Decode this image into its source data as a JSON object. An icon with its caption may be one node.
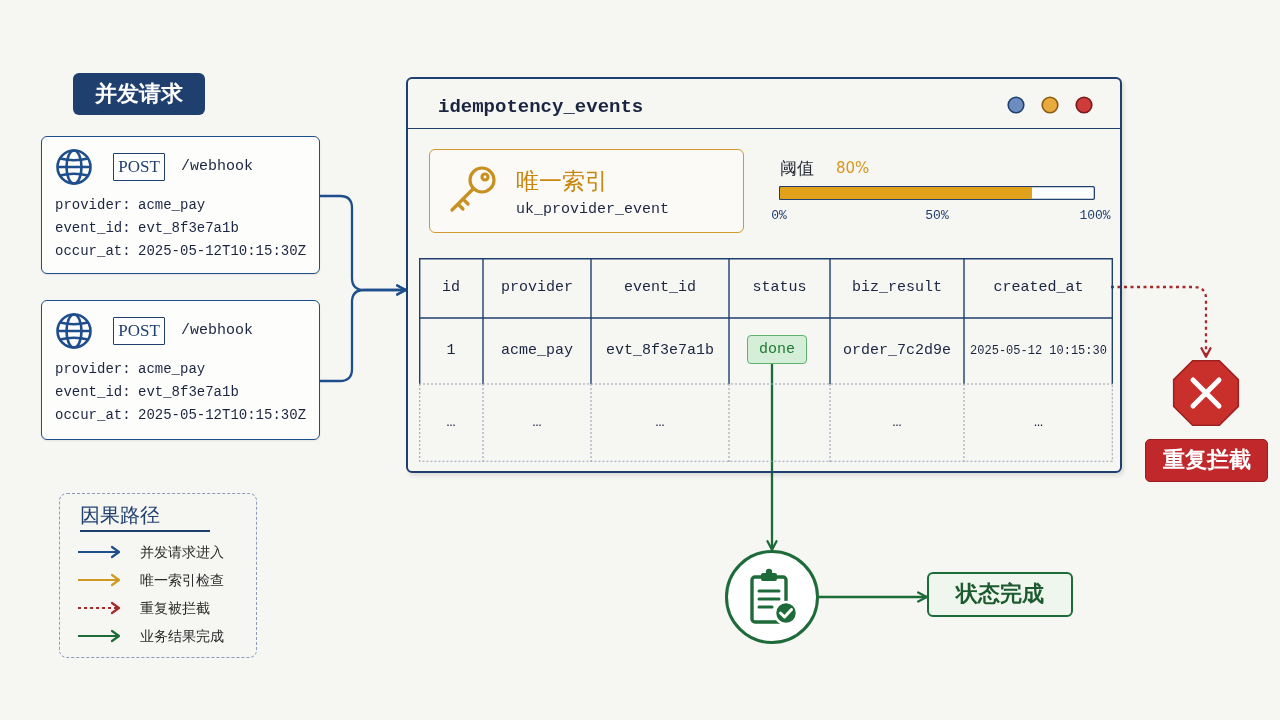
{
  "diagram": {
    "nodes": [
      {
        "text": [
          "并发请求"
        ]
      },
      {
        "text": [
          "/webhook",
          "provider:",
          "acme_pay",
          "event_id:",
          "evt_8f3e7a1b",
          "occur_at:",
          "2025-05-12T10:15:30Z"
        ]
      },
      {
        "text": [
          "POST"
        ],
        "in": 1
      },
      {
        "text": [
          "/webhook",
          "provider:",
          "acme_pay",
          "event_id:",
          "evt_8f3e7a1b",
          "occur_at:",
          "2025-05-12T10:15:30Z"
        ]
      },
      {
        "text": [
          "POST"
        ],
        "in": 3
      },
      {
        "text": [
          "idempotency_events"
        ]
      },
      {
        "text": [
          "唯一索引",
          "uk_provider_event"
        ],
        "in": 5
      },
      {
        "text": [
          "id",
          "provider",
          "event_id",
          "status",
          "biz_result",
          "created_at",
          "1",
          "acme_pay",
          "evt_8f3e7a1b",
          "order_7c2d9e",
          "2025-05-12 10:15:30",
          "…",
          "…",
          "…",
          "…",
          "…"
        ],
        "in": 5
      },
      {
        "text": [
          "done"
        ],
        "in": 7
      },
      {
        "text": [],
        "shape": "octagon"
      },
      {
        "text": [
          "重复拦截"
        ]
      },
      {
        "text": [],
        "shape": "circle"
      },
      {
        "text": [
          "状态完成"
        ]
      }
    ],
    "edges": [
      {
        "from": 1,
        "to": 5,
        "arrow": "to",
        "color": "#1f4e8c"
      },
      {
        "from": 3,
        "to": 5,
        "arrow": "to",
        "color": "#1f4e8c"
      },
      {
        "from": 7,
        "to": 9,
        "arrow": "to",
        "style": "dashed",
        "color": "#a52a2a"
      },
      {
        "from": 8,
        "to": 11,
        "arrow": "to",
        "color": "#1e6b3a"
      },
      {
        "from": 11,
        "to": 12,
        "arrow": "to",
        "color": "#1e6b3a"
      }
    ],
    "labels": [
      "因果路径"
    ],
    "legend": [
      {
        "text": "并发请求进入"
      },
      {
        "text": "唯一索引检查"
      },
      {
        "text": "重复被拦截"
      },
      {
        "text": "业务结果完成"
      }
    ],
    "chart_data": {
      "type": "bar",
      "orientation": "horizontal",
      "title": "阈值",
      "series": [
        {
          "color": "#e2a11b",
          "values": [
            80
          ]
        }
      ],
      "xlim": [
        0,
        100
      ],
      "xticks": [
        {
          "value": 0,
          "label": "0%"
        },
        {
          "value": 50,
          "label": "50%"
        },
        {
          "value": 100,
          "label": "100%"
        }
      ],
      "value_labels": [
        "80%"
      ]
    }
  }
}
